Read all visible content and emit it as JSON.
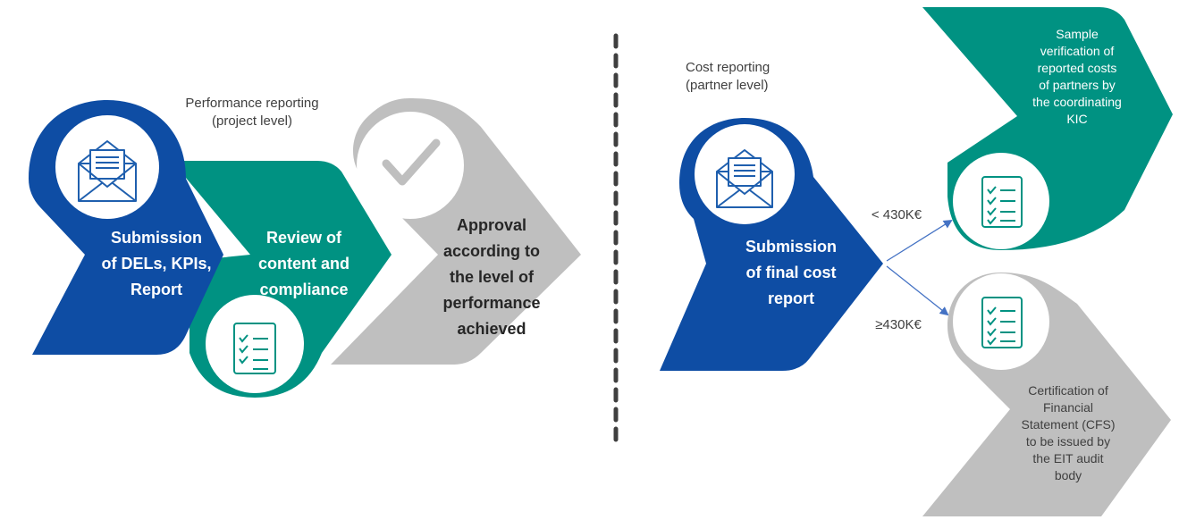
{
  "colors": {
    "navy": "#0E4DA4",
    "teal": "#009282",
    "gray": "#BFBFBF",
    "divider": "#3F3F3F",
    "arrow": "#4472C4",
    "icon_blue": "#1F5FAE",
    "icon_teal": "#009282"
  },
  "left": {
    "caption": "Performance reporting\n(project level)",
    "step1": {
      "label": "Submission\nof DELs, KPIs,\nReport",
      "icon": "envelope-letter-icon"
    },
    "step2": {
      "label": "Review of\ncontent and\ncompliance",
      "icon": "checklist-icon"
    },
    "step3": {
      "label": "Approval\naccording to\nthe level of\nperformance\nachieved",
      "icon": "checkmark-icon"
    }
  },
  "right": {
    "caption": "Cost reporting\n(partner level)",
    "submit": {
      "label": "Submission\nof final cost\nreport",
      "icon": "envelope-letter-icon"
    },
    "branch_low": {
      "threshold": "< 430K€",
      "label": "Sample\nverification of\nreported costs\nof partners by\nthe coordinating\nKIC",
      "icon": "checklist-icon"
    },
    "branch_high": {
      "threshold": "≥430K€",
      "label": "Certification of\nFinancial\nStatement (CFS)\nto be issued by\nthe EIT audit\nbody",
      "icon": "checklist-icon"
    }
  }
}
